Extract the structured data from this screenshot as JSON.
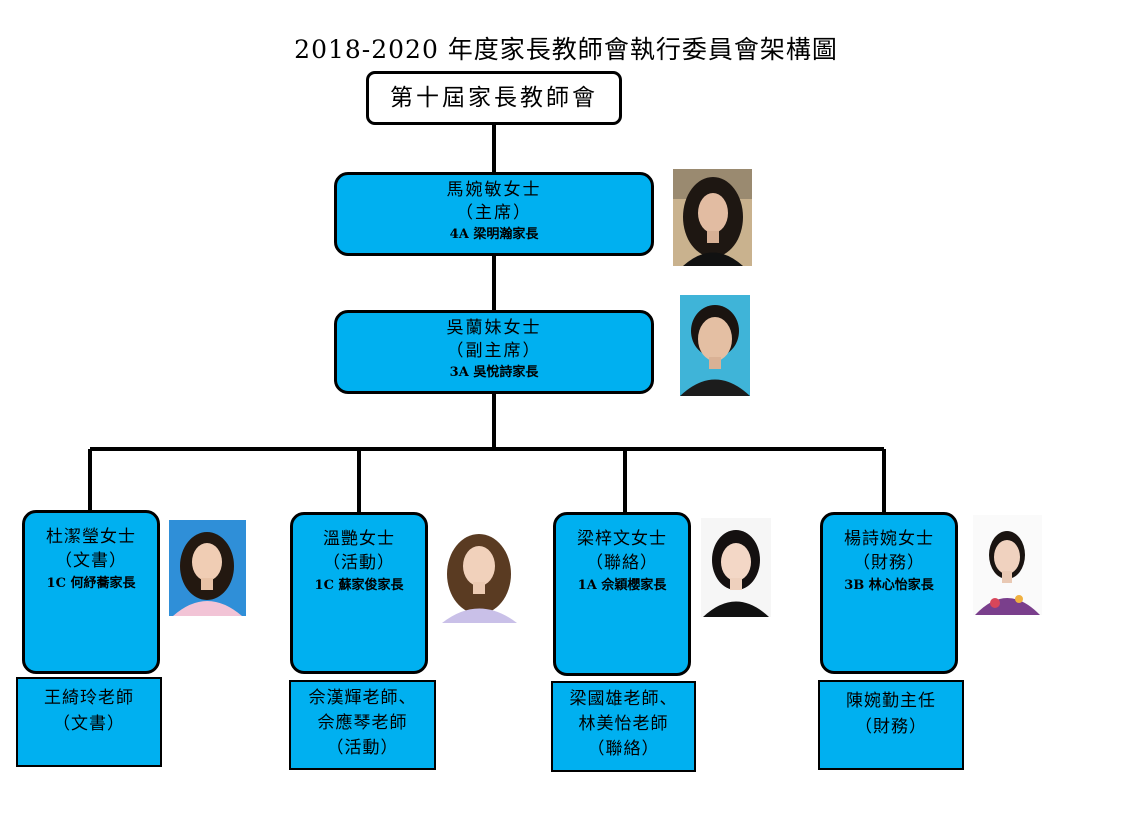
{
  "title": "2018-2020 年度家長教師會執行委員會架構圖",
  "root": {
    "label": "第十屆家長教師會"
  },
  "chair": {
    "name": "馬婉敏女士",
    "role": "（主席）",
    "parent": "4A 梁明瀚家長"
  },
  "vice_chair": {
    "name": "吳蘭妹女士",
    "role": "（副主席）",
    "parent": "3A 吳悅詩家長"
  },
  "officers": [
    {
      "name": "杜潔瑩女士",
      "role": "（文書）",
      "parent": "1C 何紓蕎家長",
      "teacher_lines": [
        "王綺玲老師",
        "（文書）"
      ]
    },
    {
      "name": "溫艷女士",
      "role": "（活動）",
      "parent": "1C 蘇家俊家長",
      "teacher_lines": [
        "佘漢輝老師、",
        "佘應琴老師",
        "（活動）"
      ]
    },
    {
      "name": "梁梓文女士",
      "role": "（聯絡）",
      "parent": "1A 佘穎櫻家長",
      "teacher_lines": [
        "梁國雄老師、",
        "林美怡老師",
        "（聯絡）"
      ]
    },
    {
      "name": "楊詩婉女士",
      "role": "（財務）",
      "parent": "3B 林心怡家長",
      "teacher_lines": [
        "陳婉勤主任",
        "（財務）"
      ]
    }
  ],
  "colors": {
    "box_fill": "#00b0f0",
    "line": "#000000",
    "background": "#ffffff"
  }
}
